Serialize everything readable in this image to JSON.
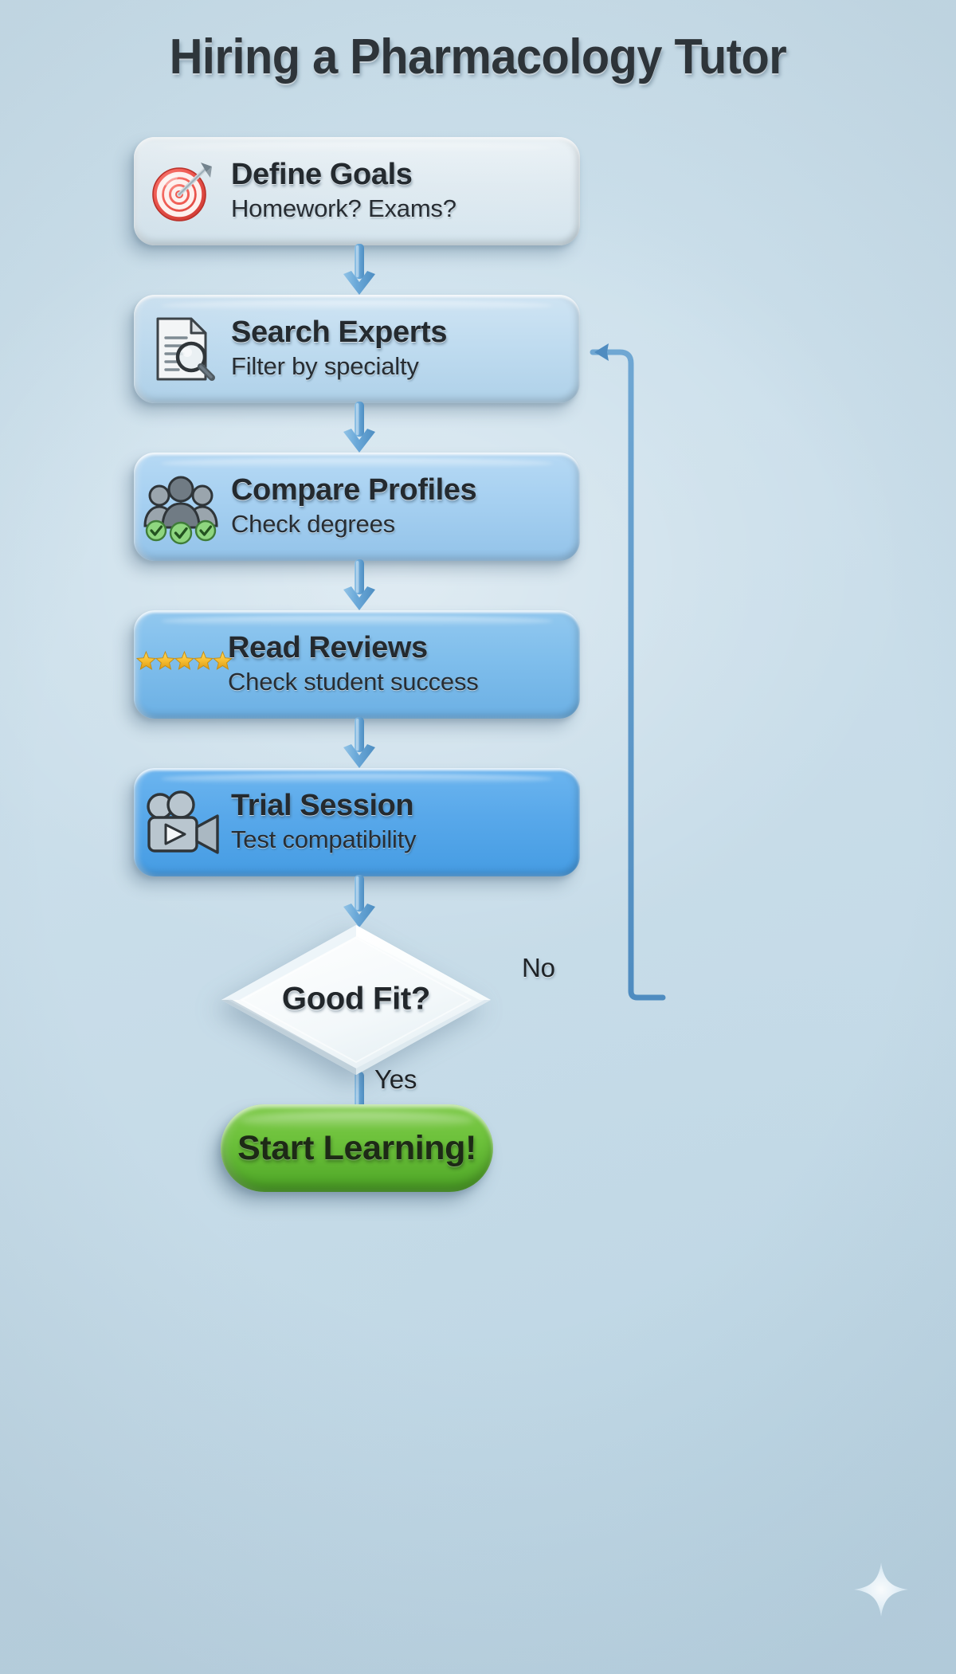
{
  "title": "Hiring a Pharmacology Tutor",
  "background_color": "#cfe0ea",
  "steps": [
    {
      "title": "Define Goals",
      "subtitle": "Homework? Exams?",
      "icon": "target-dart-icon",
      "color": "#e9f2f7"
    },
    {
      "title": "Search Experts",
      "subtitle": "Filter by specialty",
      "icon": "document-search-icon",
      "color": "#c0dcf0"
    },
    {
      "title": "Compare Profiles",
      "subtitle": "Check degrees",
      "icon": "people-verified-icon",
      "color": "#a6d0f1"
    },
    {
      "title": "Read Reviews",
      "subtitle": "Check student success",
      "icon": "five-stars-icon",
      "color": "#7fbeec"
    },
    {
      "title": "Trial Session",
      "subtitle": "Test compatibility",
      "icon": "video-camera-play-icon",
      "color": "#58a8ea"
    }
  ],
  "decision": {
    "label": "Good Fit?",
    "color": "#eef5f8",
    "yes_label": "Yes",
    "no_label": "No",
    "no_target": "Search Experts",
    "yes_target": "Start Learning!"
  },
  "final": {
    "label": "Start Learning!",
    "color": "#63b932"
  },
  "connector_color": "#6aa8d8",
  "decoration": {
    "sparkle": "four-point-sparkle-icon"
  }
}
